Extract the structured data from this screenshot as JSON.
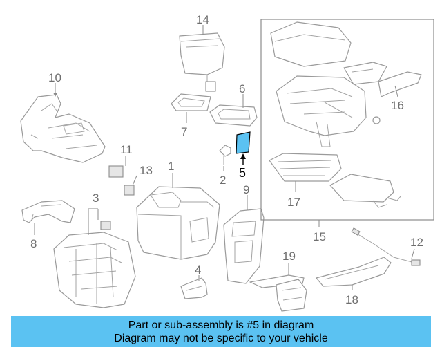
{
  "callouts": {
    "c1": "1",
    "c2": "2",
    "c3": "3",
    "c4": "4",
    "c5": "5",
    "c6": "6",
    "c7": "7",
    "c8": "8",
    "c9": "9",
    "c10": "10",
    "c11": "11",
    "c12": "12",
    "c13": "13",
    "c14": "14",
    "c15": "15",
    "c16": "16",
    "c17": "17",
    "c18": "18",
    "c19": "19"
  },
  "highlight_color": "#5bc2f2",
  "banner": {
    "line1": "Part or sub-assembly is #5 in diagram",
    "line2": "Diagram may not be specific to your vehicle"
  }
}
